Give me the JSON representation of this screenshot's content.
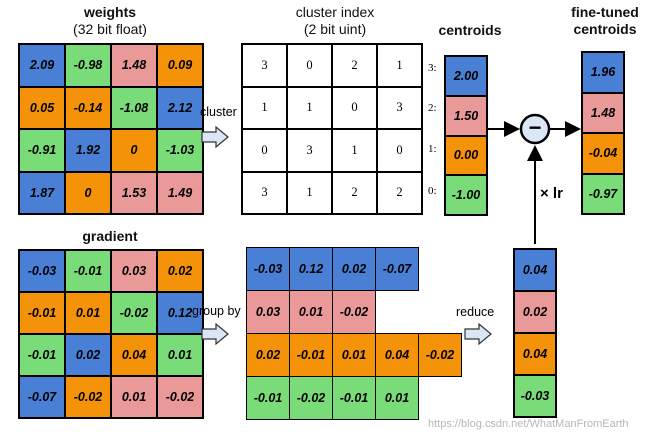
{
  "weights": {
    "title": "weights",
    "subtitle": "(32 bit float)",
    "rows": [
      [
        {
          "v": "2.09",
          "c": "blue"
        },
        {
          "v": "-0.98",
          "c": "green"
        },
        {
          "v": "1.48",
          "c": "red"
        },
        {
          "v": "0.09",
          "c": "orange"
        }
      ],
      [
        {
          "v": "0.05",
          "c": "orange"
        },
        {
          "v": "-0.14",
          "c": "orange"
        },
        {
          "v": "-1.08",
          "c": "green"
        },
        {
          "v": "2.12",
          "c": "blue"
        }
      ],
      [
        {
          "v": "-0.91",
          "c": "green"
        },
        {
          "v": "1.92",
          "c": "blue"
        },
        {
          "v": "0",
          "c": "orange"
        },
        {
          "v": "-1.03",
          "c": "green"
        }
      ],
      [
        {
          "v": "1.87",
          "c": "blue"
        },
        {
          "v": "0",
          "c": "orange"
        },
        {
          "v": "1.53",
          "c": "red"
        },
        {
          "v": "1.49",
          "c": "red"
        }
      ]
    ]
  },
  "cluster_label": "cluster",
  "cluster_index": {
    "title": "cluster index",
    "subtitle": "(2 bit uint)",
    "rows": [
      [
        "3",
        "0",
        "2",
        "1"
      ],
      [
        "1",
        "1",
        "0",
        "3"
      ],
      [
        "0",
        "3",
        "1",
        "0"
      ],
      [
        "3",
        "1",
        "2",
        "2"
      ]
    ]
  },
  "centroids": {
    "title": "centroids",
    "items": [
      {
        "idx": "3:",
        "v": "2.00",
        "c": "blue"
      },
      {
        "idx": "2:",
        "v": "1.50",
        "c": "red"
      },
      {
        "idx": "1:",
        "v": "0.00",
        "c": "orange"
      },
      {
        "idx": "0:",
        "v": "-1.00",
        "c": "green"
      }
    ]
  },
  "fine_tuned": {
    "title_line1": "fine-tuned",
    "title_line2": "centroids",
    "items": [
      {
        "v": "1.96",
        "c": "blue"
      },
      {
        "v": "1.48",
        "c": "red"
      },
      {
        "v": "-0.04",
        "c": "orange"
      },
      {
        "v": "-0.97",
        "c": "green"
      }
    ]
  },
  "minus_symbol": "−",
  "lr_label": "× lr",
  "gradient": {
    "title": "gradient",
    "rows": [
      [
        {
          "v": "-0.03",
          "c": "blue"
        },
        {
          "v": "-0.01",
          "c": "green"
        },
        {
          "v": "0.03",
          "c": "red"
        },
        {
          "v": "0.02",
          "c": "orange"
        }
      ],
      [
        {
          "v": "-0.01",
          "c": "orange"
        },
        {
          "v": "0.01",
          "c": "orange"
        },
        {
          "v": "-0.02",
          "c": "green"
        },
        {
          "v": "0.12",
          "c": "blue"
        }
      ],
      [
        {
          "v": "-0.01",
          "c": "green"
        },
        {
          "v": "0.02",
          "c": "blue"
        },
        {
          "v": "0.04",
          "c": "orange"
        },
        {
          "v": "0.01",
          "c": "green"
        }
      ],
      [
        {
          "v": "-0.07",
          "c": "blue"
        },
        {
          "v": "-0.02",
          "c": "orange"
        },
        {
          "v": "0.01",
          "c": "red"
        },
        {
          "v": "-0.02",
          "c": "red"
        }
      ]
    ]
  },
  "group_by_label": "group by",
  "grouped": {
    "rows": [
      {
        "c": "blue",
        "values": [
          "-0.03",
          "0.12",
          "0.02",
          "-0.07"
        ]
      },
      {
        "c": "red",
        "values": [
          "0.03",
          "0.01",
          "-0.02"
        ]
      },
      {
        "c": "orange",
        "values": [
          "0.02",
          "-0.01",
          "0.01",
          "0.04",
          "-0.02"
        ]
      },
      {
        "c": "green",
        "values": [
          "-0.01",
          "-0.02",
          "-0.01",
          "0.01"
        ]
      }
    ]
  },
  "reduce_label": "reduce",
  "reduced": {
    "items": [
      {
        "v": "0.04",
        "c": "blue"
      },
      {
        "v": "0.02",
        "c": "red"
      },
      {
        "v": "0.04",
        "c": "orange"
      },
      {
        "v": "-0.03",
        "c": "green"
      }
    ]
  },
  "watermark": "https://blog.csdn.net/WhatManFromEarth",
  "colors": {
    "blue": "#4a7fd6",
    "red": "#e99a98",
    "orange": "#f4920a",
    "green": "#79dc79"
  }
}
